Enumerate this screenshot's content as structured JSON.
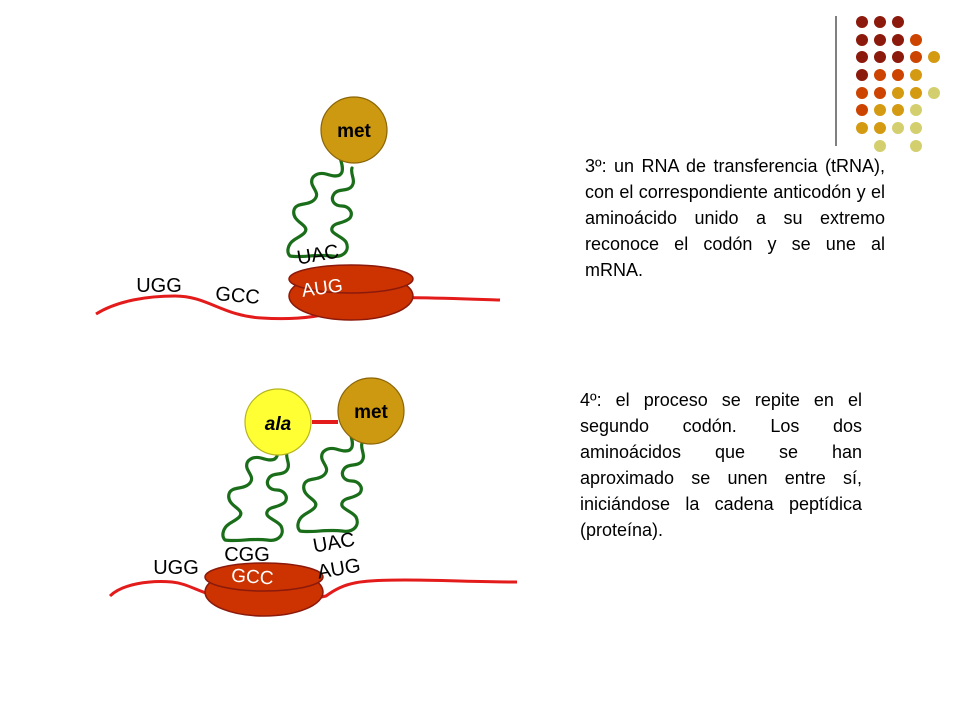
{
  "colors": {
    "mrna_strand": "#e41b1b",
    "ribosome": "#cc3300",
    "trna": "#1a6e1a",
    "met_amino_acid": "#cc9910",
    "ala_amino_acid": "#ffff33",
    "peptide_bond": "#e41b1b",
    "decor_dots": [
      "#8b1a0c",
      "#cc4400",
      "#d49b12",
      "#d4cf6e"
    ],
    "text": "#000000"
  },
  "step3": {
    "amino_acid": "met",
    "anticodon": "UAC",
    "codons": [
      "UGG",
      "GCC",
      "AUG"
    ],
    "description": "3º: un RNA de transferencia (tRNA), con el correspondiente anticodón y el aminoácido unido a su extremo reconoce el codón y se une al mRNA."
  },
  "step4": {
    "amino_acids": [
      "ala",
      "met"
    ],
    "anticodons": [
      "CGG",
      "UAC"
    ],
    "codons": [
      "UGG",
      "GCC",
      "AUG"
    ],
    "description": "4º: el proceso se repite en el segundo codón. Los dos aminoácidos que se han aproximado se unen entre sí, iniciándose la cadena peptídica (proteína)."
  }
}
